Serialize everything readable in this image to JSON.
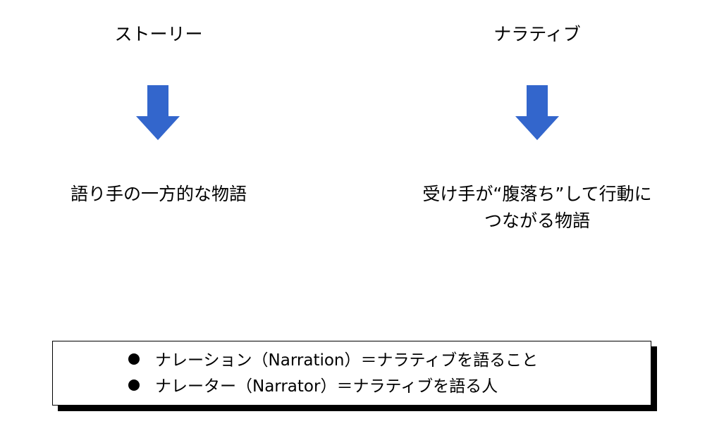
{
  "left": {
    "title": "ストーリー",
    "description_lines": [
      "語り手の一方的な物語"
    ]
  },
  "right": {
    "title": "ナラティブ",
    "description_lines": [
      "受け手が“腹落ち”して行動に",
      "つながる物語"
    ]
  },
  "notes": [
    "ナレーション（Narration）＝ナラティブを語ること",
    "ナレーター（Narrator）＝ナラティブを語る人"
  ],
  "colors": {
    "arrow": "#3366cc",
    "text": "#000000",
    "box_border": "#000000",
    "box_shadow": "#000000"
  },
  "icons": {
    "arrows": "down-arrow",
    "bullets": "filled-circle"
  }
}
